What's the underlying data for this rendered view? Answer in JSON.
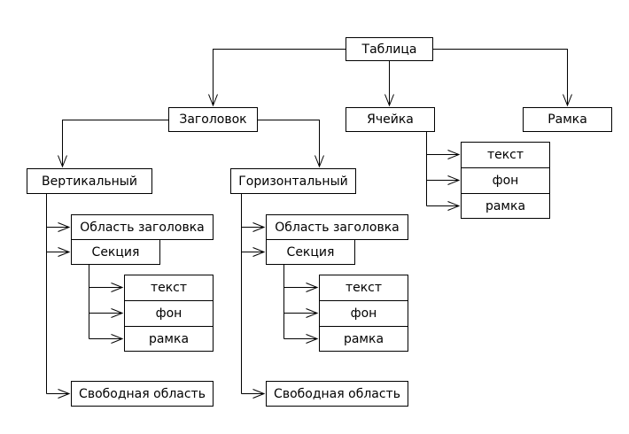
{
  "diagram": {
    "type": "tree",
    "background_color": "#ffffff",
    "line_color": "#000000",
    "box_border_color": "#000000",
    "box_fill_color": "#ffffff",
    "text_color": "#000000",
    "nodes": {
      "table": {
        "label": "Таблица"
      },
      "header": {
        "label": "Заголовок"
      },
      "cell": {
        "label": "Ячейка"
      },
      "frame": {
        "label": "Рамка"
      },
      "cell_text": {
        "label": "текст"
      },
      "cell_background": {
        "label": "фон"
      },
      "cell_frame": {
        "label": "рамка"
      },
      "vertical": {
        "label": "Вертикальный"
      },
      "horizontal": {
        "label": "Горизонтальный"
      },
      "vertical_header_area": {
        "label": "Область заголовка"
      },
      "vertical_section": {
        "label": "Секция"
      },
      "vertical_section_text": {
        "label": "текст"
      },
      "vertical_section_background": {
        "label": "фон"
      },
      "vertical_section_frame": {
        "label": "рамка"
      },
      "vertical_free_area": {
        "label": "Свободная область"
      },
      "horizontal_header_area": {
        "label": "Область заголовка"
      },
      "horizontal_section": {
        "label": "Секция"
      },
      "horizontal_section_text": {
        "label": "текст"
      },
      "horizontal_section_background": {
        "label": "фон"
      },
      "horizontal_section_frame": {
        "label": "рамка"
      },
      "horizontal_free_area": {
        "label": "Свободная область"
      }
    },
    "edges": [
      {
        "from": "table",
        "to": "header"
      },
      {
        "from": "table",
        "to": "cell"
      },
      {
        "from": "table",
        "to": "frame"
      },
      {
        "from": "header",
        "to": "vertical"
      },
      {
        "from": "header",
        "to": "horizontal"
      },
      {
        "from": "cell",
        "to": "cell_text"
      },
      {
        "from": "cell",
        "to": "cell_background"
      },
      {
        "from": "cell",
        "to": "cell_frame"
      },
      {
        "from": "vertical",
        "to": "vertical_header_area"
      },
      {
        "from": "vertical",
        "to": "vertical_section"
      },
      {
        "from": "vertical",
        "to": "vertical_free_area"
      },
      {
        "from": "vertical_section",
        "to": "vertical_section_text"
      },
      {
        "from": "vertical_section",
        "to": "vertical_section_background"
      },
      {
        "from": "vertical_section",
        "to": "vertical_section_frame"
      },
      {
        "from": "horizontal",
        "to": "horizontal_header_area"
      },
      {
        "from": "horizontal",
        "to": "horizontal_section"
      },
      {
        "from": "horizontal",
        "to": "horizontal_free_area"
      },
      {
        "from": "horizontal_section",
        "to": "horizontal_section_text"
      },
      {
        "from": "horizontal_section",
        "to": "horizontal_section_background"
      },
      {
        "from": "horizontal_section",
        "to": "horizontal_section_frame"
      }
    ]
  }
}
